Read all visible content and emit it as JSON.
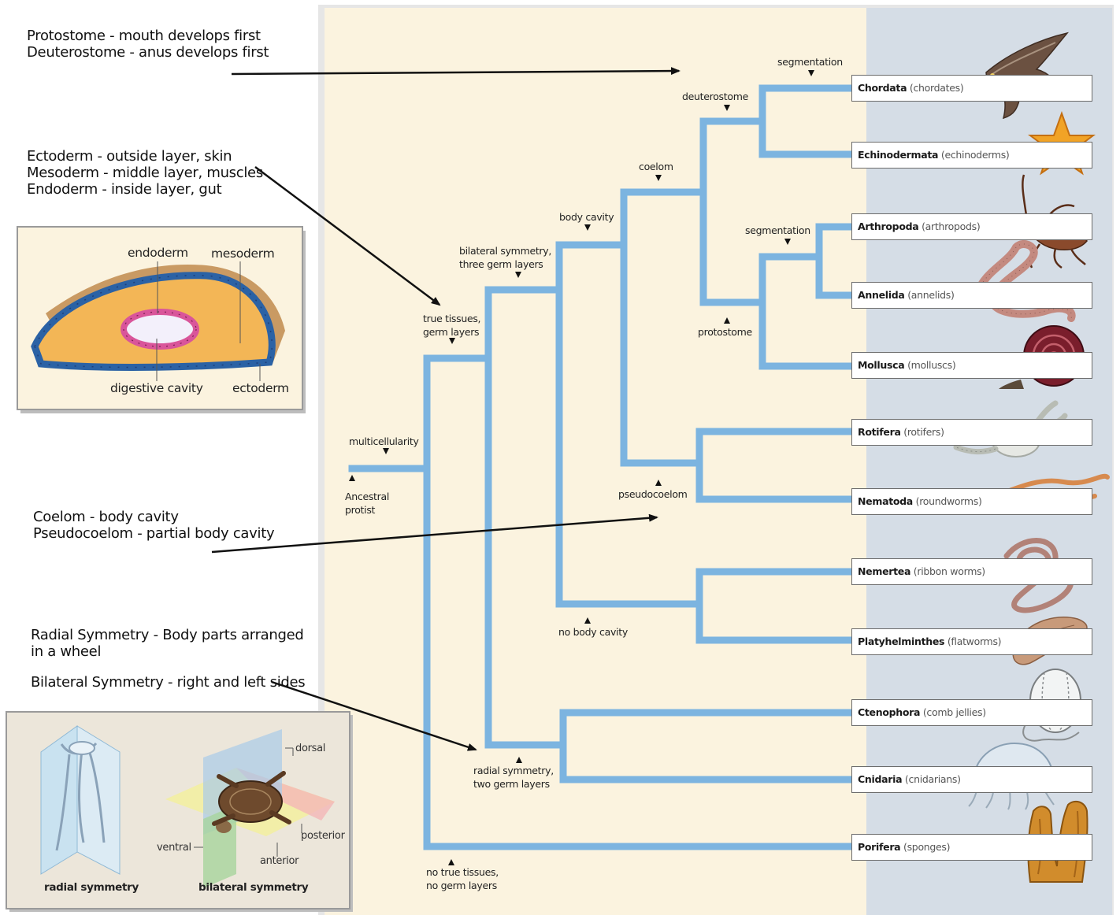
{
  "notes": {
    "stome": [
      "Protostome - mouth develops first",
      "Deuterostome - anus develops first"
    ],
    "germ": [
      "Ectoderm - outside layer, skin",
      "Mesoderm - middle layer, muscles",
      "Endoderm - inside layer, gut"
    ],
    "coelom": [
      "Coelom - body cavity",
      "Pseudocoelom  - partial body cavity"
    ],
    "symmetry_radial": [
      "Radial Symmetry - Body parts arranged",
      "in a wheel"
    ],
    "symmetry_bilateral": "Bilateral Symmetry - right and left sides"
  },
  "germ_panel": {
    "endoderm": "endoderm",
    "mesoderm": "mesoderm",
    "digestive": "digestive cavity",
    "ectoderm": "ectoderm"
  },
  "symmetry_panel": {
    "dorsal": "dorsal",
    "ventral": "ventral",
    "posterior": "posterior",
    "anterior": "anterior",
    "radial_title": "radial symmetry",
    "bilateral_title": "bilateral symmetry"
  },
  "tree": {
    "root": [
      "Ancestral",
      "protist"
    ],
    "multicellularity": "multicellularity",
    "true_tissues": [
      "true tissues,",
      "germ layers"
    ],
    "no_true_tissues": [
      "no true tissues,",
      "no germ layers"
    ],
    "bilateral": [
      "bilateral symmetry,",
      "three germ layers"
    ],
    "radial": [
      "radial symmetry,",
      "two germ layers"
    ],
    "body_cavity": "body cavity",
    "no_body_cavity": "no body cavity",
    "coelom": "coelom",
    "pseudocoelom": "pseudocoelom",
    "deuterostome": "deuterostome",
    "protostome": "protostome",
    "segmentation_top": "segmentation",
    "segmentation_mid": "segmentation"
  },
  "phyla": [
    {
      "name": "Chordata",
      "common": "(chordates)",
      "icon": "hawk-icon"
    },
    {
      "name": "Echinodermata",
      "common": "(echinoderms)",
      "icon": "starfish-icon"
    },
    {
      "name": "Arthropoda",
      "common": "(arthropods)",
      "icon": "lobster-icon"
    },
    {
      "name": "Annelida",
      "common": "(annelids)",
      "icon": "earthworm-icon"
    },
    {
      "name": "Mollusca",
      "common": "(molluscs)",
      "icon": "snail-icon"
    },
    {
      "name": "Rotifera",
      "common": "(rotifers)",
      "icon": "rotifer-icon"
    },
    {
      "name": "Nematoda",
      "common": "(roundworms)",
      "icon": "roundworm-icon"
    },
    {
      "name": "Nemertea",
      "common": "(ribbon worms)",
      "icon": "ribbon-worm-icon"
    },
    {
      "name": "Platyhelminthes",
      "common": "(flatworms)",
      "icon": "flatworm-icon"
    },
    {
      "name": "Ctenophora",
      "common": "(comb jellies)",
      "icon": "comb-jelly-icon"
    },
    {
      "name": "Cnidaria",
      "common": "(cnidarians)",
      "icon": "jellyfish-icon"
    },
    {
      "name": "Porifera",
      "common": "(sponges)",
      "icon": "sponge-icon"
    }
  ],
  "colors": {
    "branch": "#7cb4e0",
    "panel_bg": "#fbf3df",
    "phyla_bg": "#d5dde6",
    "arrow": "#111111"
  }
}
